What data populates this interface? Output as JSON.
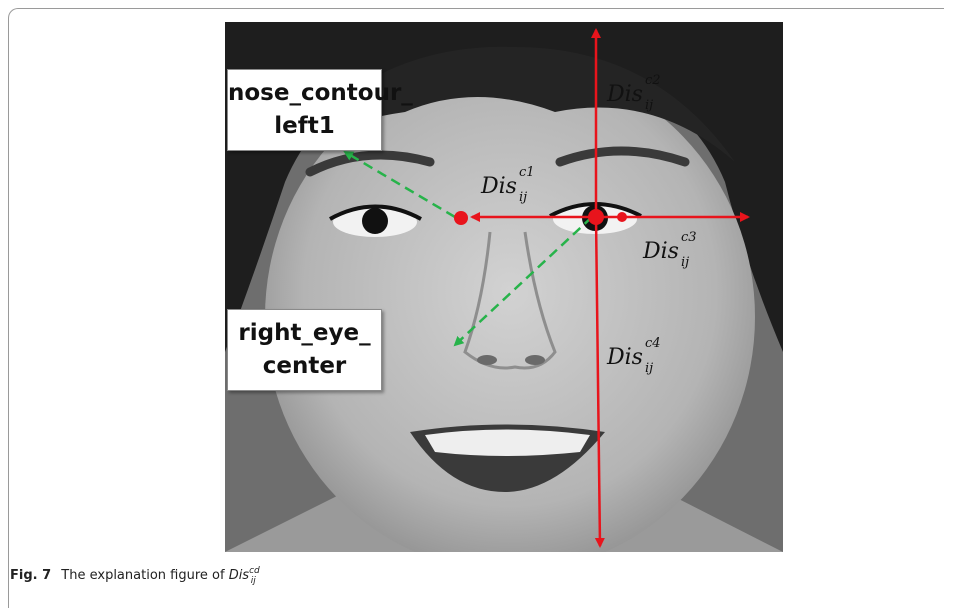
{
  "figure": {
    "labels": {
      "nose_box": [
        "nose_contour_",
        "left1"
      ],
      "eye_box": [
        "right_eye_",
        "center"
      ]
    },
    "distances": [
      {
        "base": "Dis",
        "sup": "c1",
        "sub": "ij"
      },
      {
        "base": "Dis",
        "sup": "c2",
        "sub": "ij"
      },
      {
        "base": "Dis",
        "sup": "c3",
        "sub": "ij"
      },
      {
        "base": "Dis",
        "sup": "c4",
        "sub": "ij"
      }
    ],
    "colors": {
      "arrow": "#e8141c",
      "dashed": "#27b34a"
    }
  },
  "caption": {
    "label": "Fig. 7",
    "text": "The explanation figure of",
    "symbol": "Dis",
    "sup": "cd",
    "sub": "ij"
  }
}
